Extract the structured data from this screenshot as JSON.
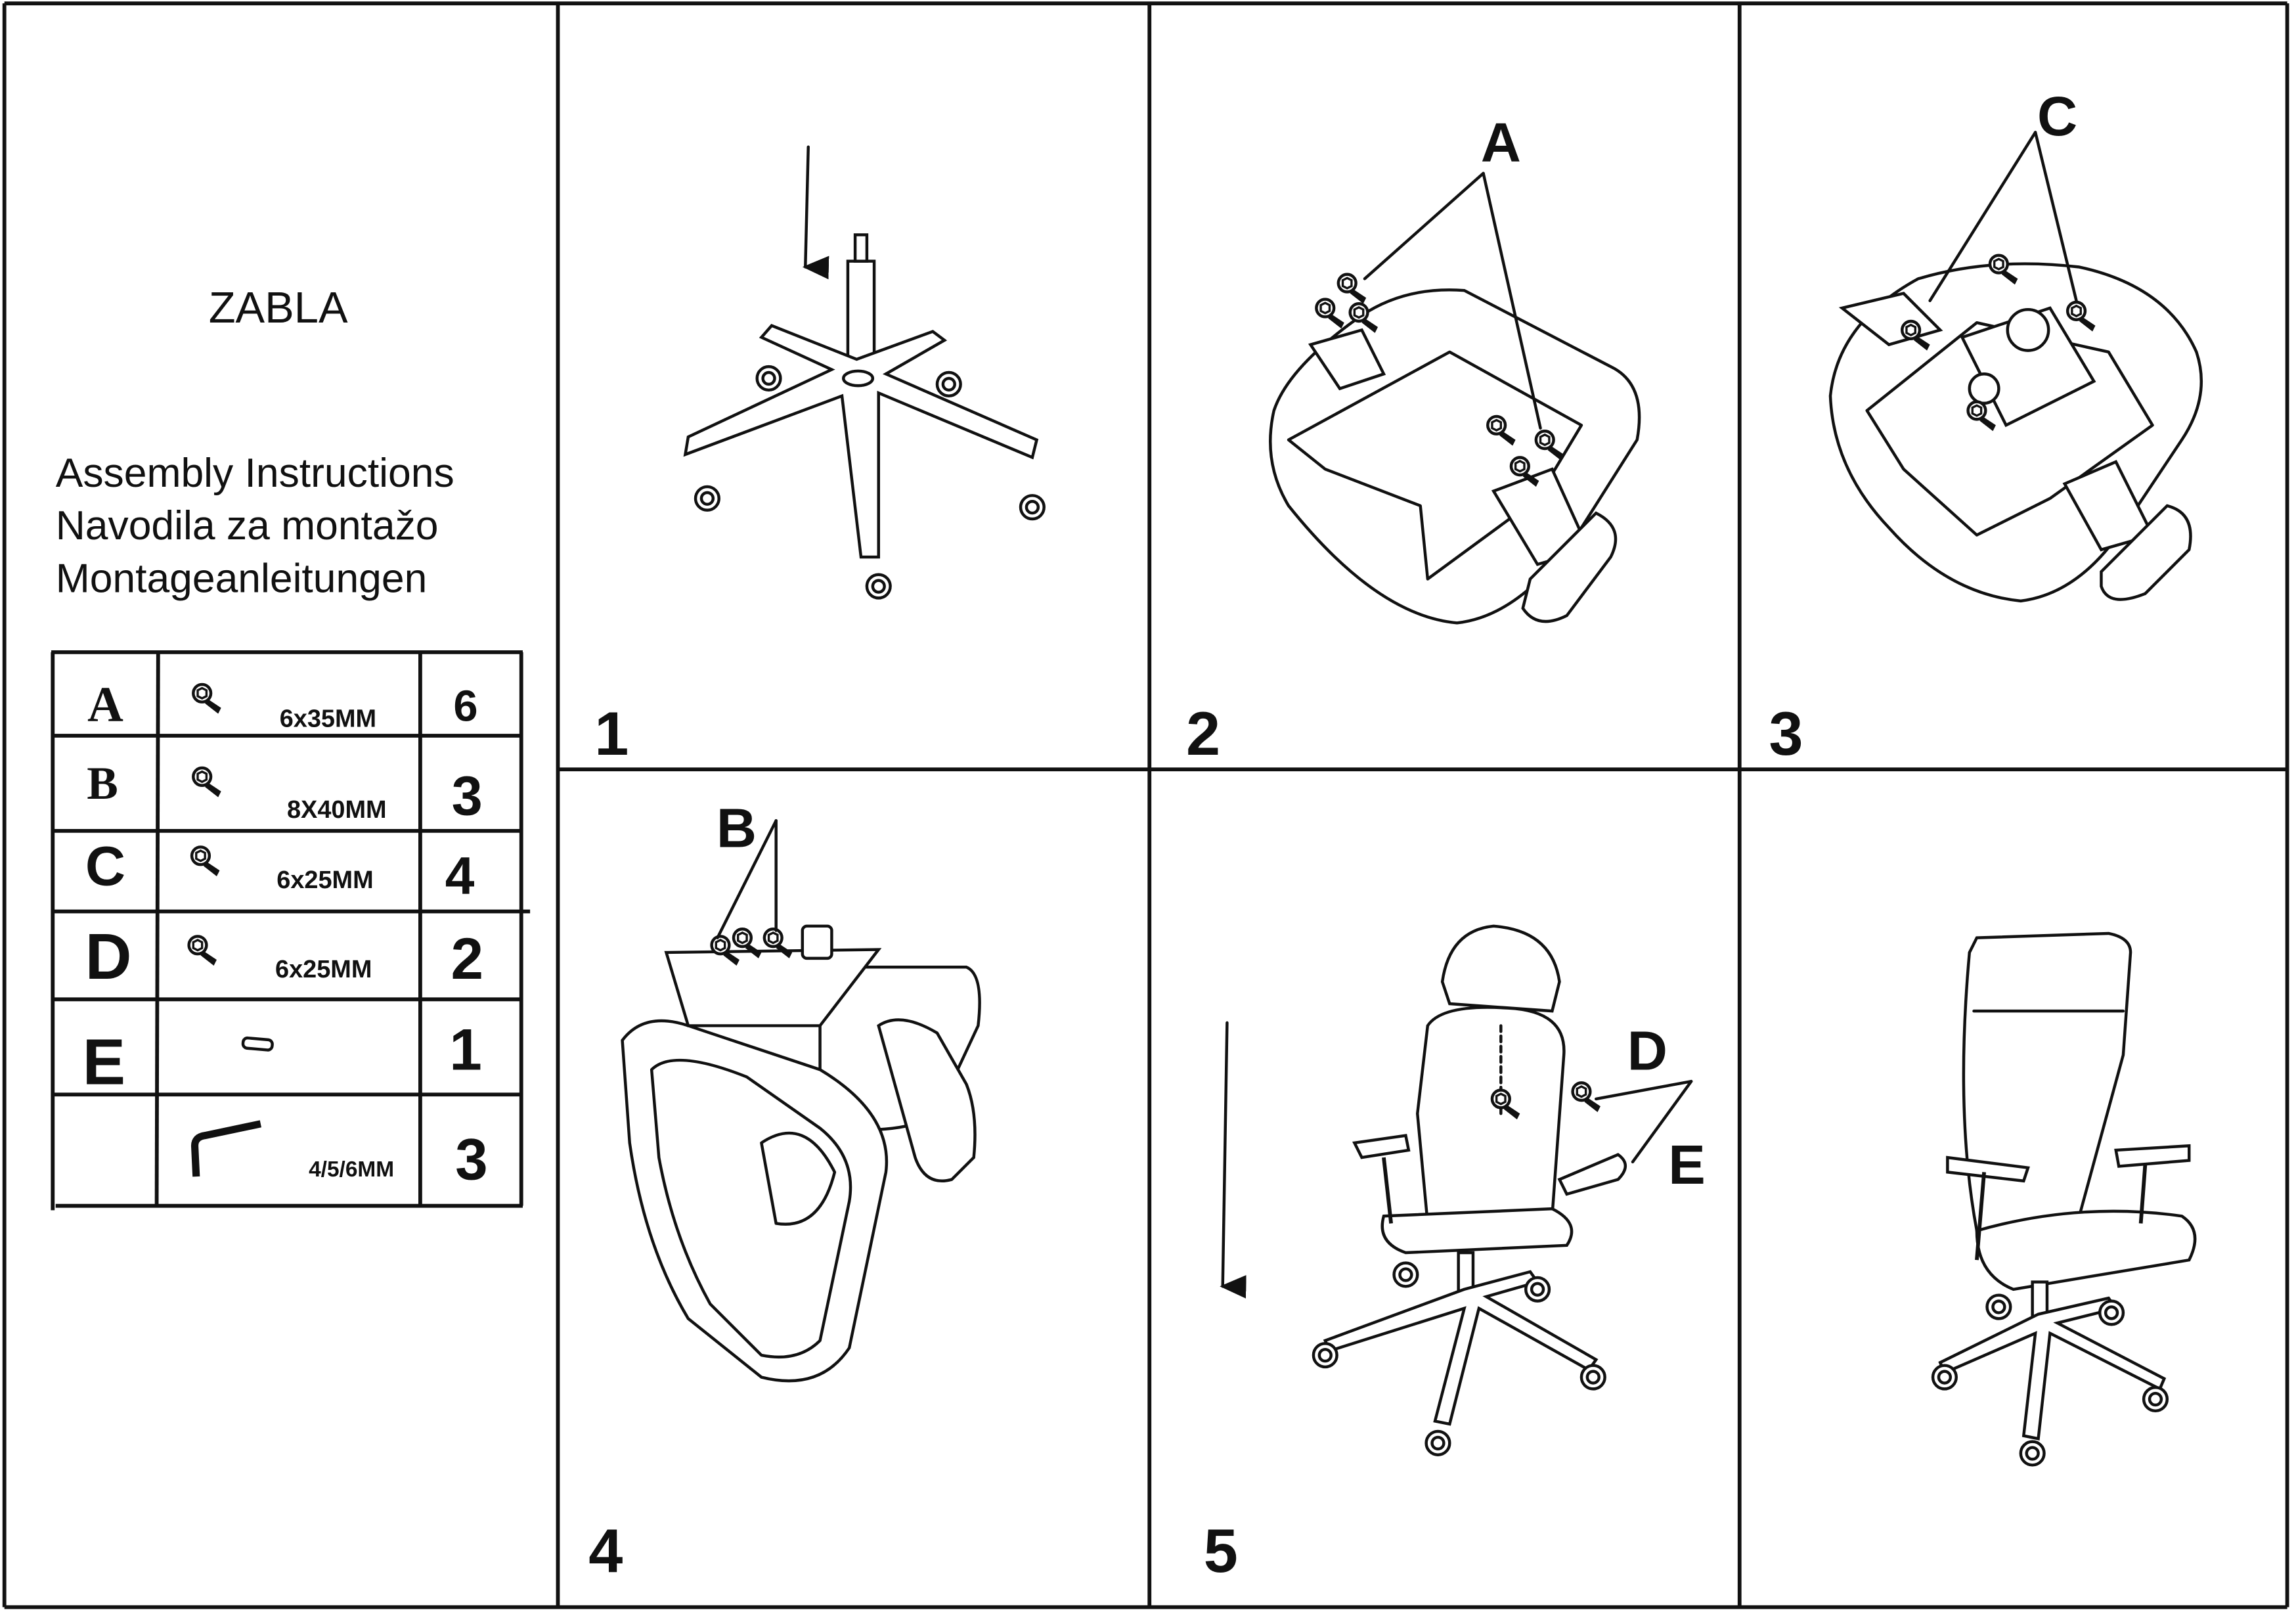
{
  "product_name": "ZABLA",
  "headings": [
    "Assembly Instructions",
    "Navodila za montažo",
    "Montageanleitungen"
  ],
  "parts_table": [
    {
      "letter": "A",
      "icon": "hex-bolt-icon",
      "size": "6x35MM",
      "qty": "6"
    },
    {
      "letter": "B",
      "icon": "hex-bolt-icon",
      "size": "8X40MM",
      "qty": "3"
    },
    {
      "letter": "C",
      "icon": "hex-bolt-icon",
      "size": "6x25MM",
      "qty": "4"
    },
    {
      "letter": "D",
      "icon": "hex-bolt-icon",
      "size": "6x25MM",
      "qty": "2"
    },
    {
      "letter": "E",
      "icon": "pin-icon",
      "size": "",
      "qty": "1"
    },
    {
      "letter": "",
      "icon": "allen-key-icon",
      "size": "4/5/6MM",
      "qty": "3"
    }
  ],
  "steps": [
    {
      "number": "1",
      "callouts": []
    },
    {
      "number": "2",
      "callouts": [
        "A"
      ]
    },
    {
      "number": "3",
      "callouts": [
        "C"
      ]
    },
    {
      "number": "4",
      "callouts": [
        "B"
      ]
    },
    {
      "number": "5",
      "callouts": [
        "D",
        "E"
      ]
    },
    {
      "number": "",
      "callouts": []
    }
  ]
}
